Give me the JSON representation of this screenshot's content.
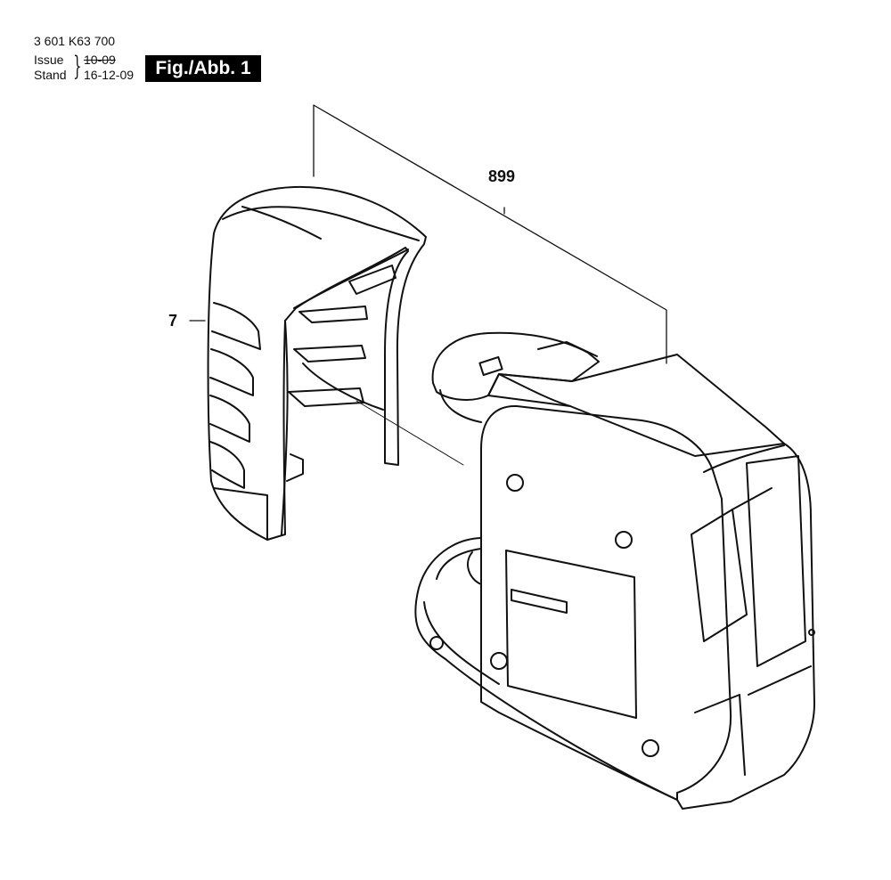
{
  "header": {
    "part_code": "3 601 K63 700",
    "issue_label": "Issue",
    "issue_date": "10-09",
    "stand_label": "Stand",
    "stand_date": "16-12-09",
    "figure_label": "Fig./Abb. 1"
  },
  "callouts": {
    "assembly": "899",
    "cover": "7"
  }
}
